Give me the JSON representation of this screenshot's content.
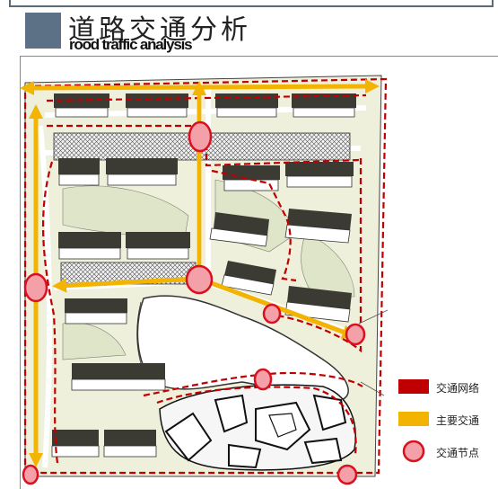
{
  "header": {
    "title_cn": "道路交通分析",
    "title_en": "rood traffic analysis"
  },
  "legend": [
    {
      "label": "交通网络",
      "color": "#c00000"
    },
    {
      "label": "主要交通",
      "color": "#f2b400"
    },
    {
      "label": "交通节点",
      "color": "#e0303a"
    }
  ],
  "colors": {
    "network": "#c00000",
    "main_traffic": "#f2b400",
    "node_fill": "#f4a0a8",
    "node_stroke": "#d81020",
    "ground": "#e8ecd6",
    "water": "#ffffff",
    "building": "#3b3b33"
  }
}
